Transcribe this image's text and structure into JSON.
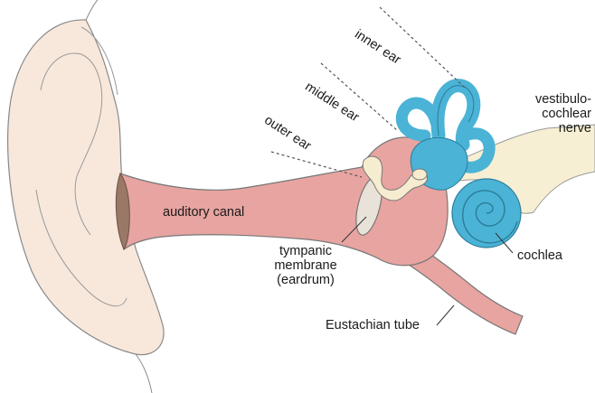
{
  "labels": {
    "inner_ear": "inner ear",
    "middle_ear": "middle ear",
    "outer_ear": "outer ear",
    "auditory_canal": "auditory canal",
    "tympanic_membrane": [
      "tympanic",
      "membrane",
      "(eardrum)"
    ],
    "vestibulocochlear_nerve": [
      "vestibulo-",
      "cochlear",
      "nerve"
    ],
    "cochlea": "cochlea",
    "eustachian_tube": "Eustachian tube"
  },
  "colors": {
    "skin": "#f8e8dc",
    "canal": "#e7a4a1",
    "canal_entrance": "#9a7868",
    "inner_ear": "#4ab3d6",
    "ossicles": "#f6ecd0",
    "nerve": "#f7efd3",
    "eardrum": "#e9e2d8",
    "outline": "#777777"
  }
}
